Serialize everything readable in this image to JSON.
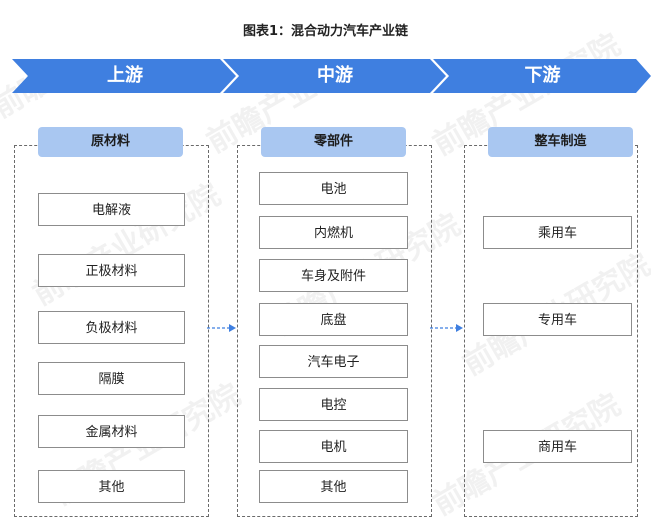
{
  "figure": {
    "title": "图表1：混合动力汽车产业链"
  },
  "colors": {
    "banner": "#3f7fe0",
    "header": "#a9c7f1",
    "connector": "#3f7fe0"
  },
  "stages": [
    {
      "label": "上游"
    },
    {
      "label": "中游"
    },
    {
      "label": "下游"
    }
  ],
  "upstream": {
    "header": "原材料",
    "items": [
      "电解液",
      "正极材料",
      "负极材料",
      "隔膜",
      "金属材料",
      "其他"
    ]
  },
  "midstream": {
    "header": "零部件",
    "items": [
      "电池",
      "内燃机",
      "车身及附件",
      "底盘",
      "汽车电子",
      "电控",
      "电机",
      "其他"
    ]
  },
  "downstream": {
    "header": "整车制造",
    "items": [
      "乘用车",
      "专用车",
      "商用车"
    ]
  }
}
